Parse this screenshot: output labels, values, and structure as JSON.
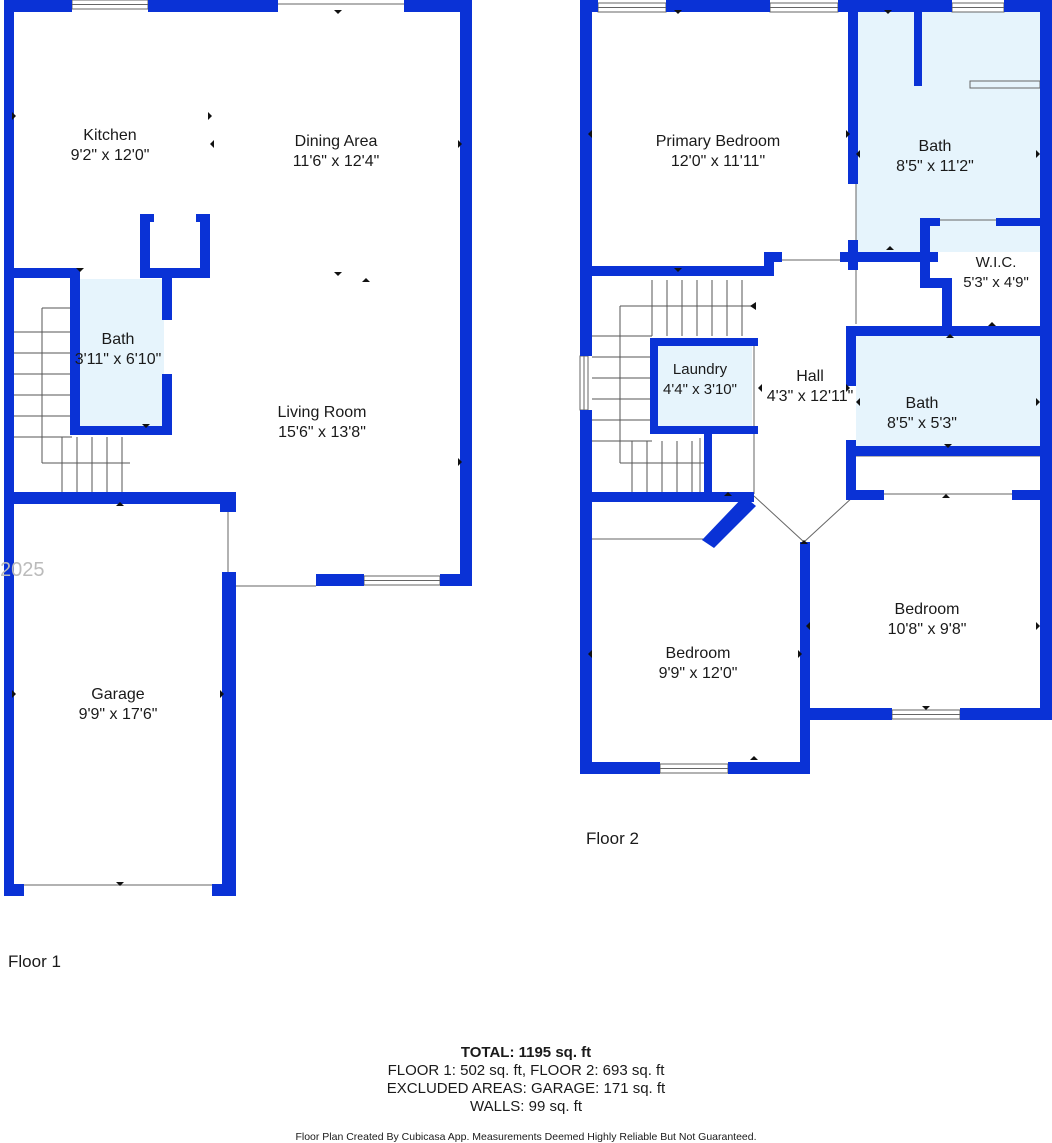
{
  "floors": {
    "floor1": {
      "label": "Floor 1",
      "rooms": {
        "kitchen": {
          "name": "Kitchen",
          "dims": "9'2\" x 12'0\""
        },
        "dining": {
          "name": "Dining Area",
          "dims": "11'6\" x 12'4\""
        },
        "bath": {
          "name": "Bath",
          "dims": "3'11\" x 6'10\""
        },
        "living": {
          "name": "Living Room",
          "dims": "15'6\" x 13'8\""
        },
        "garage": {
          "name": "Garage",
          "dims": "9'9\" x 17'6\""
        }
      }
    },
    "floor2": {
      "label": "Floor 2",
      "rooms": {
        "primary": {
          "name": "Primary Bedroom",
          "dims": "12'0\" x 11'11\""
        },
        "bath_primary": {
          "name": "Bath",
          "dims": "8'5\" x 11'2\""
        },
        "wic": {
          "name": "W.I.C.",
          "dims": "5'3\" x 4'9\""
        },
        "laundry": {
          "name": "Laundry",
          "dims": "4'4\" x 3'10\""
        },
        "hall": {
          "name": "Hall",
          "dims": "4'3\" x 12'11\""
        },
        "bath2": {
          "name": "Bath",
          "dims": "8'5\" x 5'3\""
        },
        "bedroom2": {
          "name": "Bedroom",
          "dims": "9'9\" x 12'0\""
        },
        "bedroom3": {
          "name": "Bedroom",
          "dims": "10'8\" x 9'8\""
        }
      }
    }
  },
  "totals": [
    "TOTAL: 1195 sq. ft",
    "FLOOR 1: 502 sq. ft, FLOOR 2: 693 sq. ft",
    "EXCLUDED AREAS: GARAGE: 171 sq. ft",
    "WALLS: 99 sq. ft"
  ],
  "credit": "Floor Plan Created By Cubicasa App. Measurements Deemed Highly Reliable But Not Guaranteed.",
  "watermark": "2025",
  "colors": {
    "wall": "#0a32d6",
    "bath_fill": "#e6f4fc",
    "background": "#ffffff"
  }
}
